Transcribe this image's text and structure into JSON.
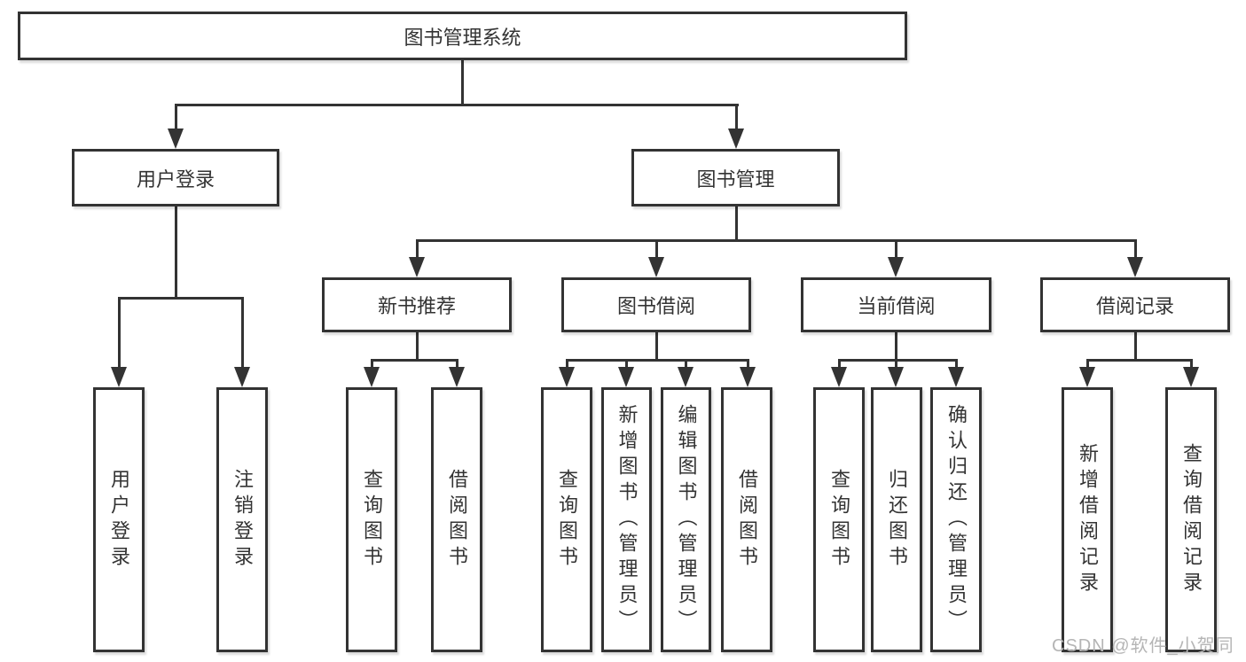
{
  "diagram": {
    "root": {
      "label": "图书管理系统"
    },
    "user": {
      "label": "用户登录",
      "children": [
        {
          "label": "用户登录"
        },
        {
          "label": "注销登录"
        }
      ]
    },
    "book": {
      "label": "图书管理",
      "sections": [
        {
          "label": "新书推荐",
          "children": [
            {
              "label": "查询图书"
            },
            {
              "label": "借阅图书"
            }
          ]
        },
        {
          "label": "图书借阅",
          "children": [
            {
              "label": "查询图书"
            },
            {
              "label": "新增图书（管理员）"
            },
            {
              "label": "编辑图书（管理员）"
            },
            {
              "label": "借阅图书"
            }
          ]
        },
        {
          "label": "当前借阅",
          "children": [
            {
              "label": "查询图书"
            },
            {
              "label": "归还图书"
            },
            {
              "label": "确认归还（管理员）"
            }
          ]
        },
        {
          "label": "借阅记录",
          "children": [
            {
              "label": "新增借阅记录"
            },
            {
              "label": "查询借阅记录"
            }
          ]
        }
      ]
    },
    "watermark": "CSDN @软件_小贺同学",
    "colors": {
      "line": "#333333",
      "text": "#333333",
      "box_background": "#ffffff",
      "watermark": "#b5b5b5"
    }
  }
}
